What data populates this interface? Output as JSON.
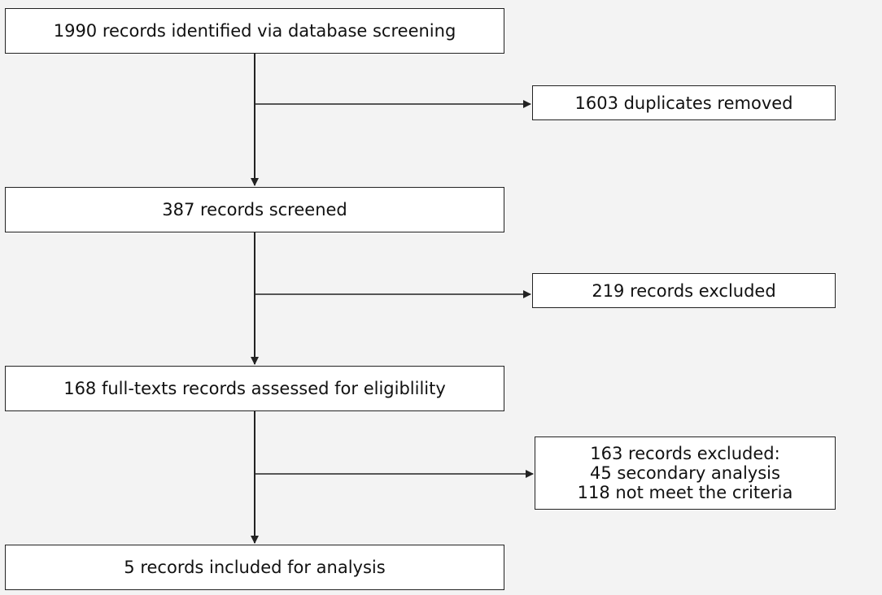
{
  "flowchart": {
    "records_identified": "1990 records identified via database screening",
    "duplicates_removed": "1603 duplicates removed",
    "records_screened": "387 records screened",
    "records_excluded": "219 records excluded",
    "full_text_assessed": "168 full-texts records assessed for eligiblility",
    "full_text_excluded": {
      "heading": "163 records excluded:",
      "reasons": [
        "45 secondary analysis",
        "118 not meet the criteria"
      ]
    },
    "records_included": "5 records included for analysis"
  },
  "colors": {
    "background": "#f3f3f3",
    "box_fill": "#ffffff",
    "line": "#222222"
  }
}
